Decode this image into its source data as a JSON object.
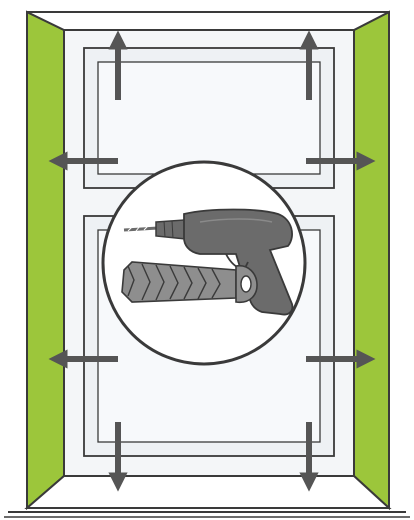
{
  "colors": {
    "wall_green": "#9cc63b",
    "outline": "#3a3a3a",
    "door_fill": "#f4f6f8",
    "panel_fill": "#eef1f4",
    "arrow_gray": "#555555",
    "drill_gray": "#6b6b6b",
    "anchor_gray": "#8e8e8e",
    "circle_fill": "#ffffff"
  },
  "icons": {
    "drill": "power-drill-icon",
    "anchor": "wall-anchor-plug-icon",
    "arrow": "direction-arrow-icon"
  },
  "arrows": [
    {
      "name": "arrow-up-left",
      "direction": "up"
    },
    {
      "name": "arrow-up-right",
      "direction": "up"
    },
    {
      "name": "arrow-left-upper",
      "direction": "left"
    },
    {
      "name": "arrow-right-upper",
      "direction": "right"
    },
    {
      "name": "arrow-left-lower",
      "direction": "left"
    },
    {
      "name": "arrow-right-lower",
      "direction": "right"
    },
    {
      "name": "arrow-down-left",
      "direction": "down"
    },
    {
      "name": "arrow-down-right",
      "direction": "down"
    }
  ]
}
